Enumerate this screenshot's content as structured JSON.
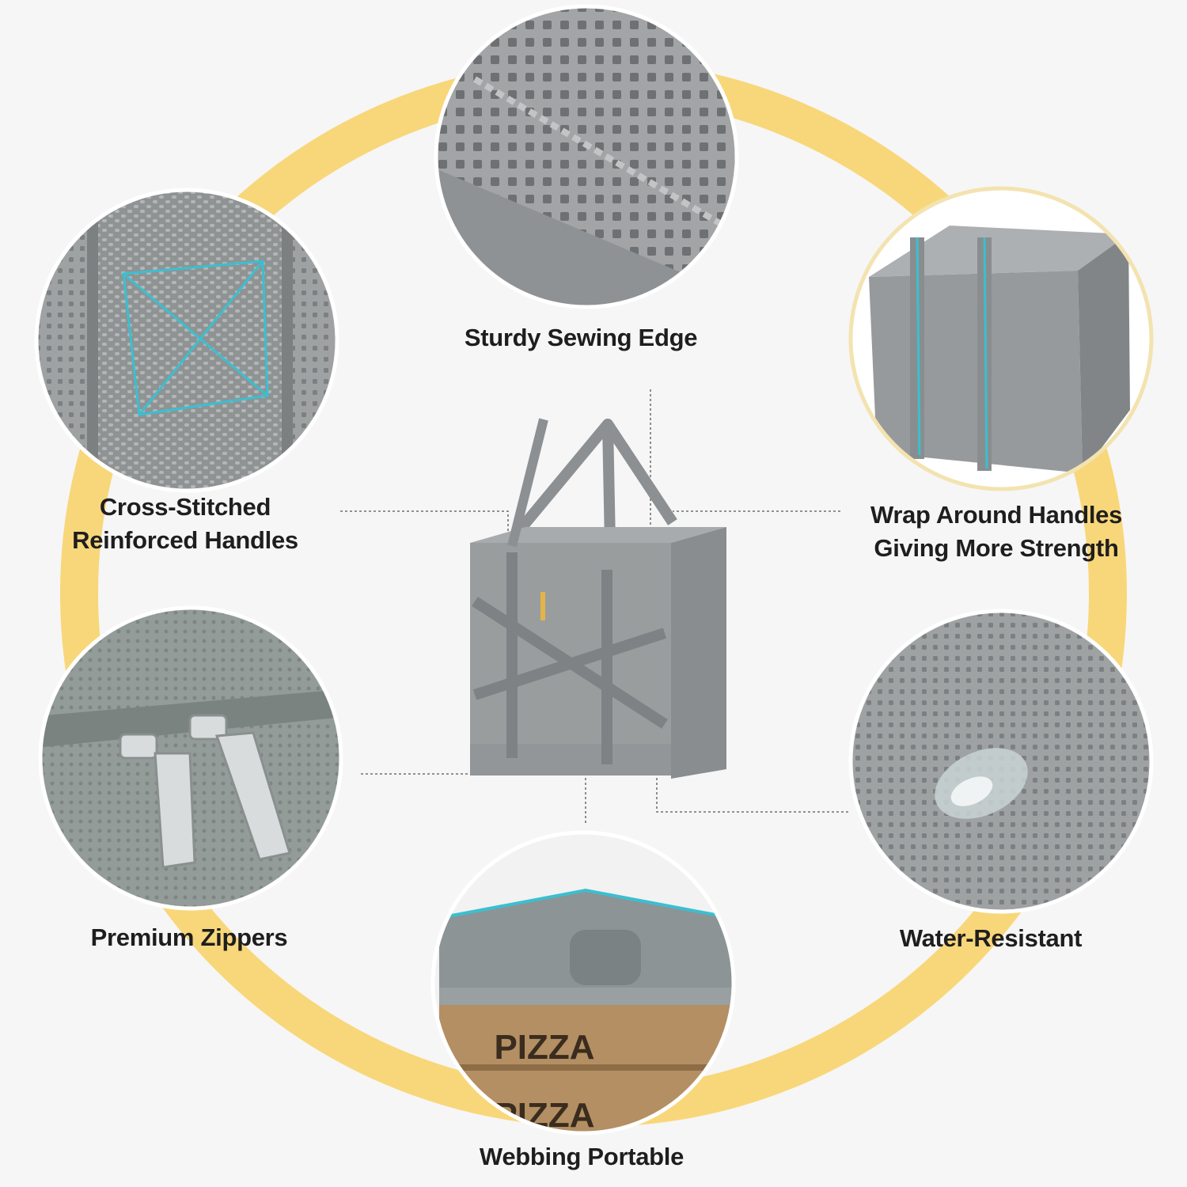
{
  "features": {
    "sewing_edge": {
      "label": "Sturdy Sewing Edge",
      "icon": "mesh-fabric-closeup"
    },
    "cross_stitched": {
      "line1": "Cross-Stitched",
      "line2": "Reinforced Handles",
      "icon": "cross-stitch-closeup"
    },
    "wrap_around": {
      "line1": "Wrap Around Handles",
      "line2": "Giving More Strength",
      "icon": "wrapped-bag-closeup"
    },
    "zippers": {
      "label": "Premium Zippers",
      "icon": "zipper-pulls-closeup"
    },
    "water_resistant": {
      "label": "Water-Resistant",
      "icon": "water-droplet-closeup"
    },
    "webbing": {
      "label": "Webbing Portable",
      "icon": "pizza-box-closeup"
    }
  },
  "pizza_box": {
    "text1": "PIZZA",
    "text2": "PIZZA"
  },
  "colors": {
    "ring": "#f8d77a",
    "fabric": "#9a9d9e",
    "accent_stitch": "#3bbfd0",
    "background": "#f6f6f6"
  }
}
